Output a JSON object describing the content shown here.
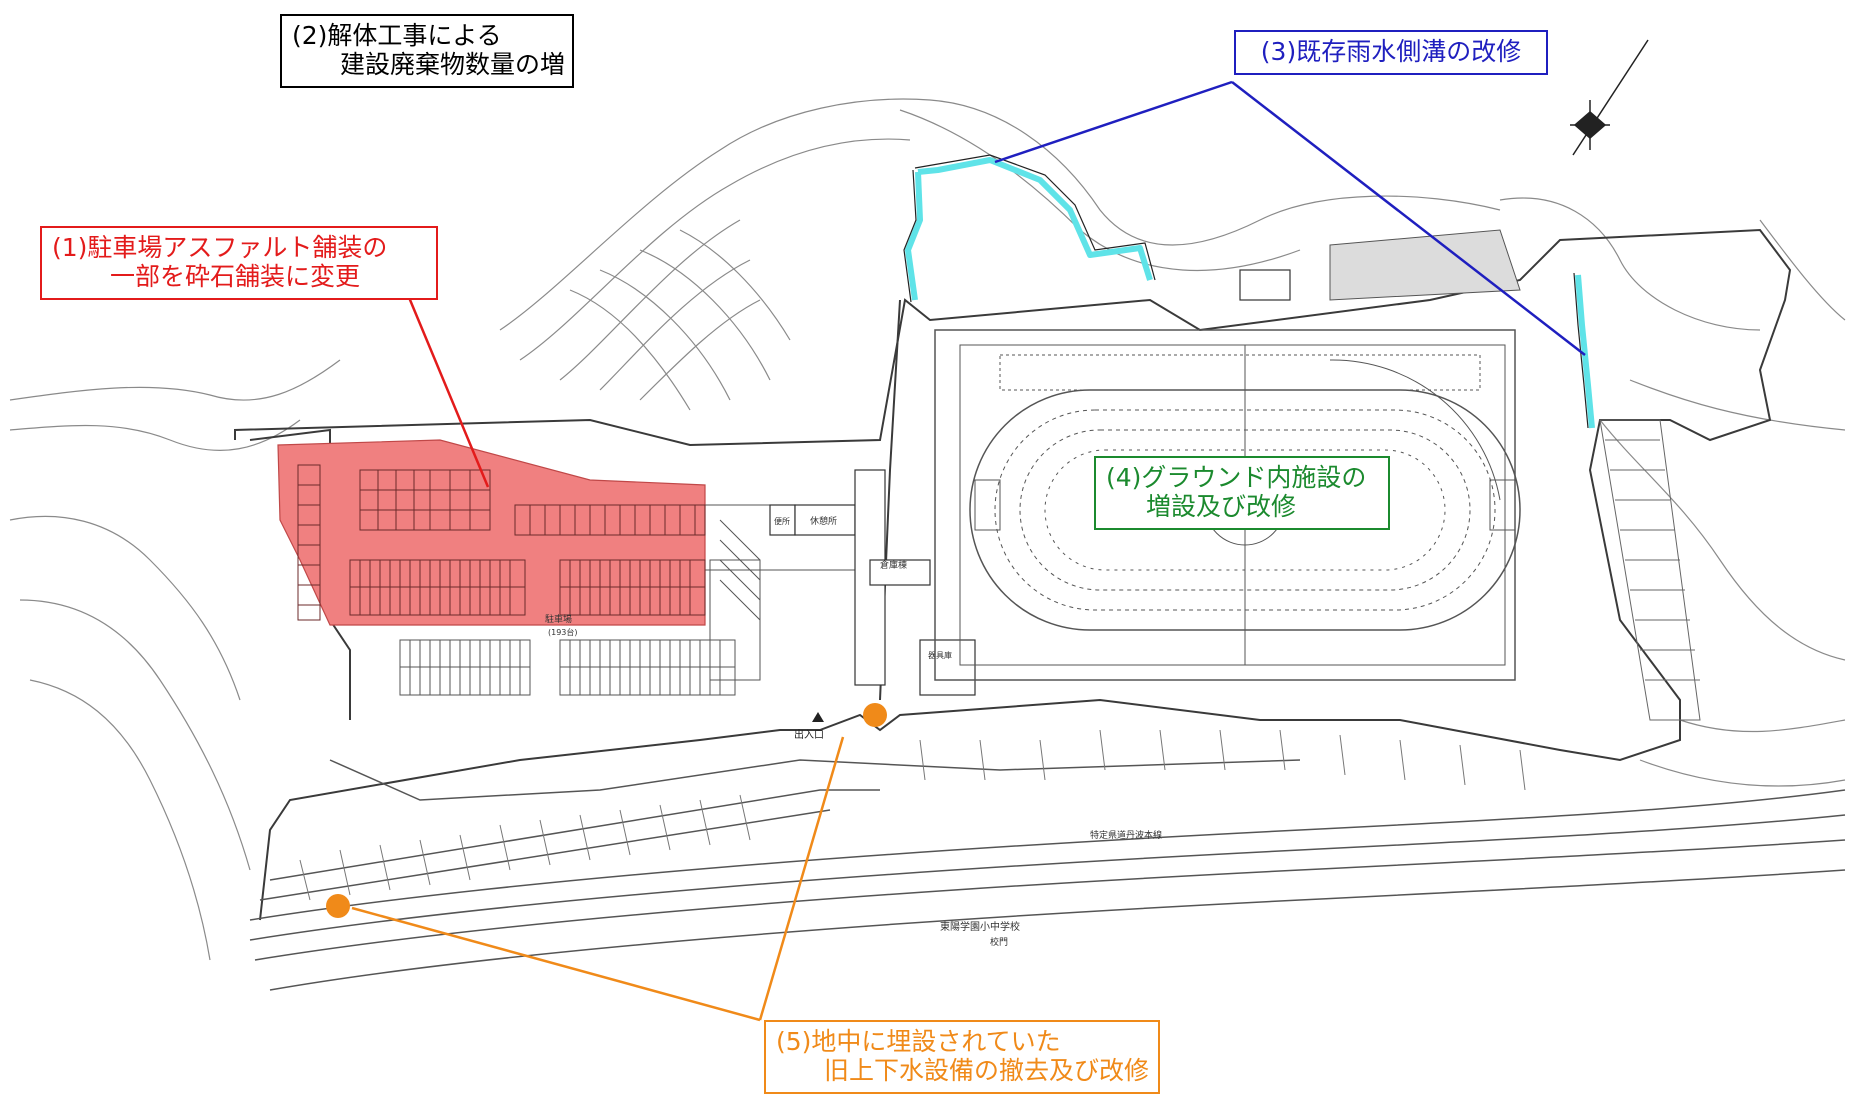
{
  "callouts": {
    "c1": {
      "line1": "(1)駐車場アスファルト舗装の",
      "line2": "一部を砕石舗装に変更",
      "color": "#e31b1b"
    },
    "c2": {
      "line1": "(2)解体工事による",
      "line2": "建設廃棄物数量の増",
      "color": "#000000"
    },
    "c3": {
      "line1": "(3)既存雨水側溝の改修",
      "color": "#1f1fbf"
    },
    "c4": {
      "line1": "(4)グラウンド内施設の",
      "line2": "増設及び改修",
      "color": "#1b8a2e"
    },
    "c5": {
      "line1": "(5)地中に埋設されていた",
      "line2": "旧上下水設備の撤去及び改修",
      "color": "#f08a19"
    }
  },
  "map_labels": {
    "entrance": "出入口",
    "parking": "駐車場",
    "parking_count": "(193台)",
    "rest_area": "休憩所",
    "toilet": "便所",
    "warehouse": "倉庫棟",
    "storage": "器具庫",
    "school": "東陽学園小中学校",
    "school_gate": "校門",
    "road": "特定県道丹波本線"
  },
  "colors": {
    "paving_highlight": "#f08080",
    "drain_highlight": "#5fe3e8",
    "marker": "#f08a19",
    "linework": "#555555"
  },
  "icons": [
    "north-arrow-icon",
    "entrance-triangle-icon",
    "marker-dot-icon"
  ]
}
